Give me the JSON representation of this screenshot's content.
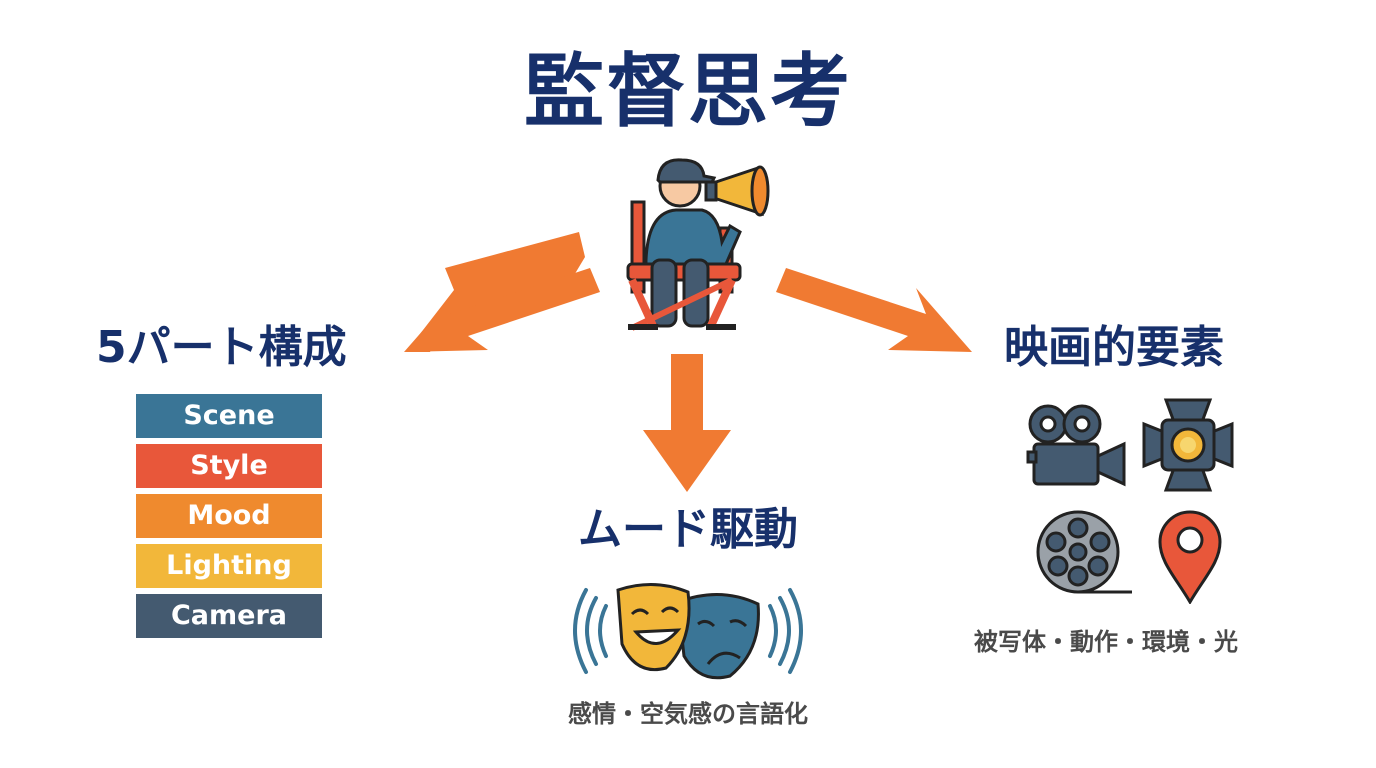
{
  "title": "監督思考",
  "left": {
    "title": "5パート構成",
    "parts": [
      {
        "label": "Scene",
        "color": "#3a7596"
      },
      {
        "label": "Style",
        "color": "#e8573a"
      },
      {
        "label": "Mood",
        "color": "#ef8a2e"
      },
      {
        "label": "Lighting",
        "color": "#f2b73a"
      },
      {
        "label": "Camera",
        "color": "#445a70"
      }
    ]
  },
  "center": {
    "title": "ムード駆動",
    "caption": "感情・空気感の言語化"
  },
  "right": {
    "title": "映画的要素",
    "caption": "被写体・動作・環境・光"
  },
  "colors": {
    "title": "#17306b",
    "arrow": "#f07a32",
    "text_gray": "#4a4a4a"
  },
  "icons": [
    "director-icon",
    "megaphone-icon",
    "theater-masks-icon",
    "movie-camera-icon",
    "spotlight-icon",
    "film-reel-icon",
    "location-pin-icon"
  ]
}
